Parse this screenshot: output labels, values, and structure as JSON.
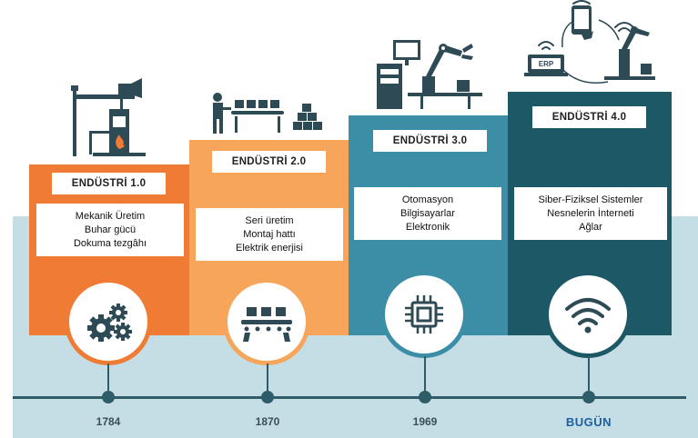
{
  "stages": [
    {
      "id": "industry-1",
      "label": "ENDÜSTRİ 1.0",
      "lines": [
        "Mekanik Üretim",
        "Buhar gücü",
        "Dokuma tezgâhı"
      ],
      "year": "1784",
      "color": "#f07b35",
      "icon": "gears-icon"
    },
    {
      "id": "industry-2",
      "label": "ENDÜSTRİ 2.0",
      "lines": [
        "Seri üretim",
        "Montaj hattı",
        "Elektrik enerjisi"
      ],
      "year": "1870",
      "color": "#f6a55a",
      "icon": "conveyor-icon"
    },
    {
      "id": "industry-3",
      "label": "ENDÜSTRİ 3.0",
      "lines": [
        "Otomasyon",
        "Bilgisayarlar",
        "Elektronik"
      ],
      "year": "1969",
      "color": "#3b8ea5",
      "icon": "chip-icon"
    },
    {
      "id": "industry-4",
      "label": "ENDÜSTRİ 4.0",
      "lines": [
        "Siber-Fiziksel Sistemler",
        "Nesnelerin İnterneti",
        "Ağlar"
      ],
      "year": "BUGÜN",
      "color": "#1d5866",
      "icon": "wifi-icon"
    }
  ],
  "erp_label": "ERP"
}
